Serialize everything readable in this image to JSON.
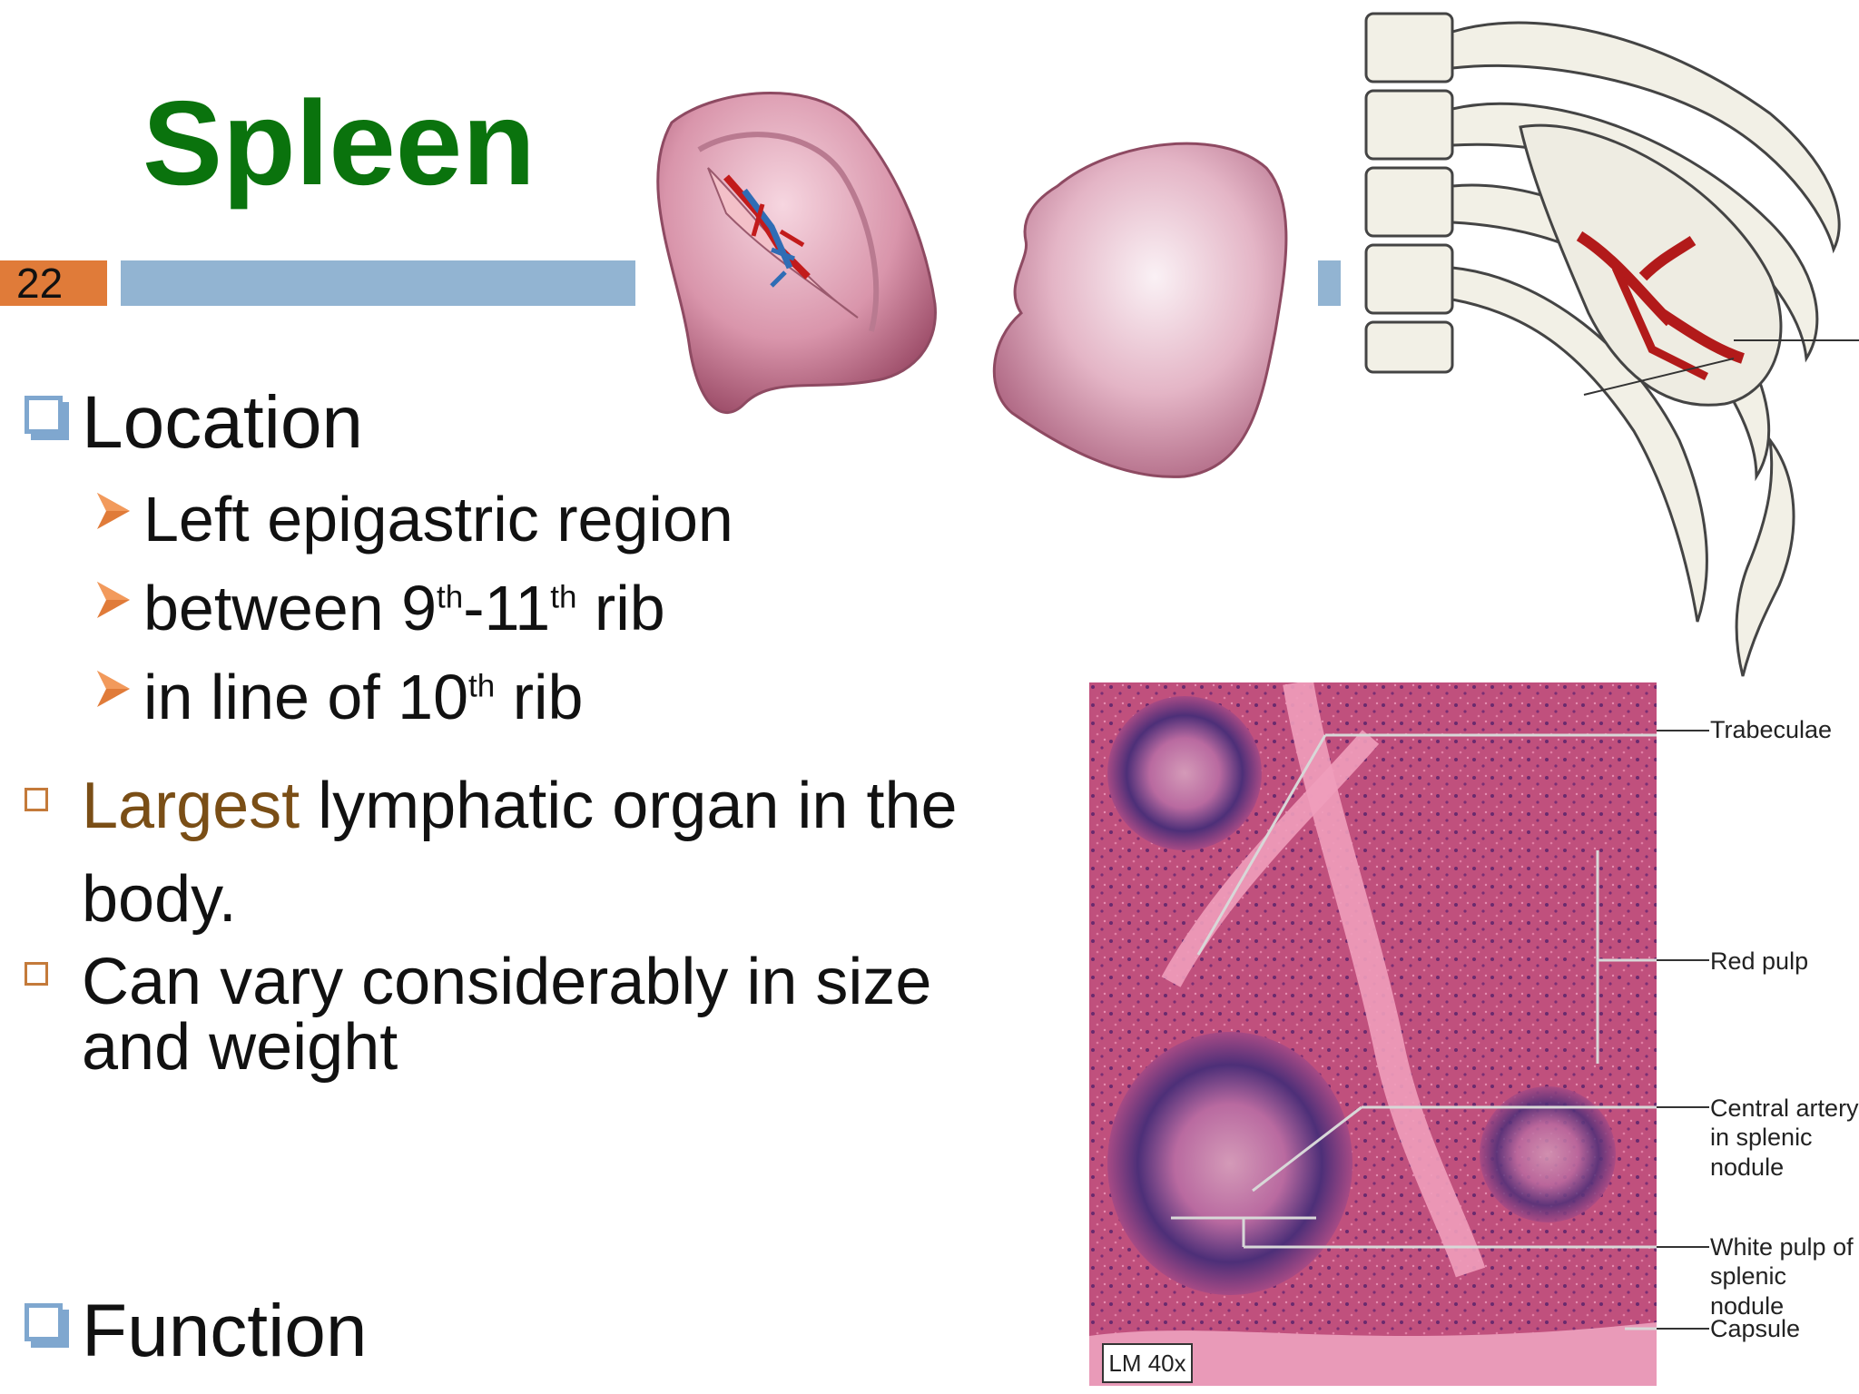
{
  "slide": {
    "title": "Spleen",
    "number": "22",
    "colors": {
      "title": "#0a730d",
      "number_bg": "#e07b39",
      "bar": "#92b4d2",
      "highlight": "#7a4e16"
    }
  },
  "location": {
    "heading": "Location",
    "items": [
      {
        "pre": "Left epigastric region"
      },
      {
        "pre": "between 9",
        "sup1": "th",
        "mid": "-11",
        "sup2": "th",
        "post": " rib"
      },
      {
        "pre": "in line of 10",
        "sup1": "th",
        "post": " rib"
      }
    ]
  },
  "facts": [
    {
      "highlight": "Largest",
      "rest": " lymphatic organ in the",
      "line2": "body."
    },
    {
      "line1": "Can vary considerably in size",
      "line2": "and weight"
    }
  ],
  "function": {
    "heading": "Function"
  },
  "histology": {
    "labels": {
      "trabeculae": "Trabeculae",
      "red_pulp": "Red pulp",
      "central_artery": "Central artery in splenic nodule",
      "central_artery_l1": "Central artery",
      "central_artery_l2": "in splenic",
      "central_artery_l3": "nodule",
      "white_pulp_l1": "White pulp of",
      "white_pulp_l2": "splenic nodule",
      "capsule": "Capsule"
    },
    "magnification": "LM 40x"
  },
  "icons": [
    "square-bullet-icon",
    "arrow-bullet-icon",
    "small-square-bullet-icon"
  ]
}
